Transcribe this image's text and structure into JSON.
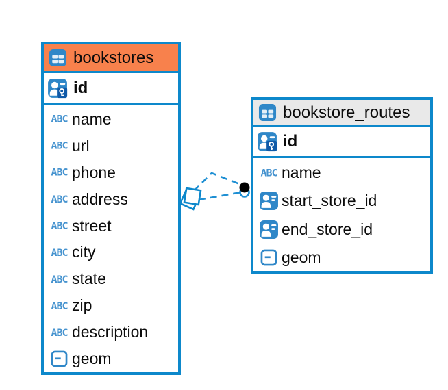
{
  "icons": {
    "text_label": "ABC"
  },
  "colors": {
    "table_border_blue": "#0d88cb",
    "bookstores_header_orange": "#f8814c",
    "routes_header_gray": "#e9e9e9",
    "icon_fill_blue": "#2f87c8",
    "abc_text_blue": "#4693cf",
    "relationship_line_blue": "#1e8fd3",
    "dot_marker_black": "#000000"
  },
  "tables": [
    {
      "title": "bookstores",
      "primary_key": {
        "name": "id"
      },
      "columns": [
        {
          "name": "name",
          "type": "text"
        },
        {
          "name": "url",
          "type": "text"
        },
        {
          "name": "phone",
          "type": "text"
        },
        {
          "name": "address",
          "type": "text"
        },
        {
          "name": "street",
          "type": "text"
        },
        {
          "name": "city",
          "type": "text"
        },
        {
          "name": "state",
          "type": "text"
        },
        {
          "name": "zip",
          "type": "text"
        },
        {
          "name": "description",
          "type": "text"
        },
        {
          "name": "geom",
          "type": "geometry"
        }
      ]
    },
    {
      "title": "bookstore_routes",
      "primary_key": {
        "name": "id"
      },
      "columns": [
        {
          "name": "name",
          "type": "text"
        },
        {
          "name": "start_store_id",
          "type": "reference"
        },
        {
          "name": "end_store_id",
          "type": "reference"
        },
        {
          "name": "geom",
          "type": "geometry"
        }
      ]
    }
  ],
  "relationship": {
    "line_style": "dashed",
    "left_end_marker": "diamond",
    "right_end_marker": "dot"
  }
}
